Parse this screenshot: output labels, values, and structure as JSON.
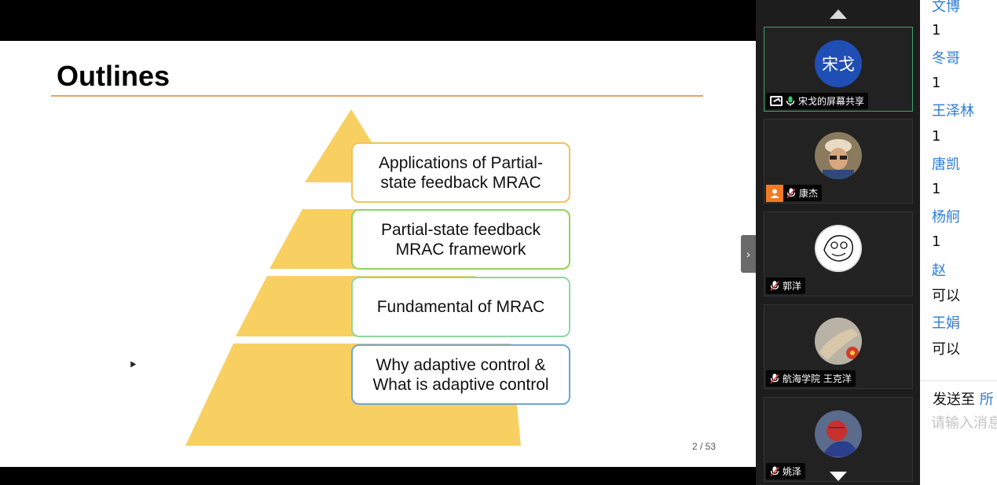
{
  "slide": {
    "title": "Outlines",
    "page_indicator": "2 / 53",
    "items": [
      "Applications of Partial-\nstate feedback MRAC",
      "Partial-state feedback\nMRAC framework",
      "Fundamental of MRAC",
      "Why adaptive control &\nWhat is adaptive control"
    ],
    "colors": {
      "pyramid_fill": "#f8d061",
      "title_rule": "#e8a36a",
      "item_borders": [
        "#f3c25a",
        "#92d35a",
        "#8ed7a4",
        "#6fa6d6"
      ]
    }
  },
  "participants": [
    {
      "avatar_text": "宋戈",
      "name": "宋戈的屏幕共享",
      "status": "screen-sharing, mic on",
      "active": true
    },
    {
      "avatar_text": "",
      "name": "康杰",
      "status": "muted"
    },
    {
      "avatar_text": "",
      "name": "郭洋",
      "status": "muted"
    },
    {
      "avatar_text": "",
      "name": "航海学院 王克洋",
      "status": "muted"
    },
    {
      "avatar_text": "",
      "name": "姚泽",
      "status": "muted"
    }
  ],
  "chat": {
    "messages": [
      {
        "type": "name",
        "text": "文博"
      },
      {
        "type": "msg",
        "text": "1"
      },
      {
        "type": "name",
        "text": "冬哥"
      },
      {
        "type": "msg",
        "text": "1"
      },
      {
        "type": "name",
        "text": "王泽林"
      },
      {
        "type": "msg",
        "text": "1"
      },
      {
        "type": "name",
        "text": "唐凯"
      },
      {
        "type": "msg",
        "text": "1"
      },
      {
        "type": "name",
        "text": "杨舸"
      },
      {
        "type": "msg",
        "text": "1"
      },
      {
        "type": "name",
        "text": "赵"
      },
      {
        "type": "msg",
        "text": "可以"
      },
      {
        "type": "name",
        "text": "王娟"
      },
      {
        "type": "msg",
        "text": "可以"
      }
    ],
    "send_to_label": "发送至",
    "send_to_target": "所",
    "input_placeholder": "请输入消息"
  }
}
